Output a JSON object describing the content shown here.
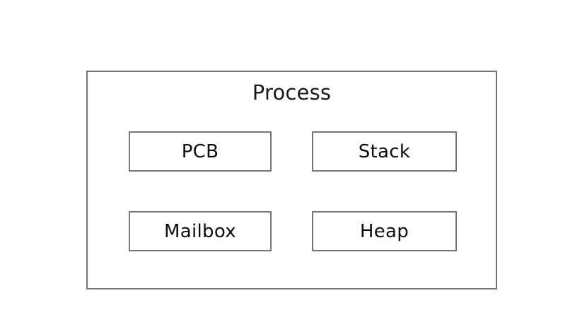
{
  "diagram": {
    "title": "Process",
    "background_color": "#ffffff",
    "border_color": "#757575",
    "fill_color": "#ffffff",
    "text_color": "#0d0d0d",
    "components": [
      {
        "label": "PCB",
        "row": 1,
        "column": 1
      },
      {
        "label": "Stack",
        "row": 1,
        "column": 2
      },
      {
        "label": "Mailbox",
        "row": 2,
        "column": 1
      },
      {
        "label": "Heap",
        "row": 2,
        "column": 2
      }
    ]
  }
}
